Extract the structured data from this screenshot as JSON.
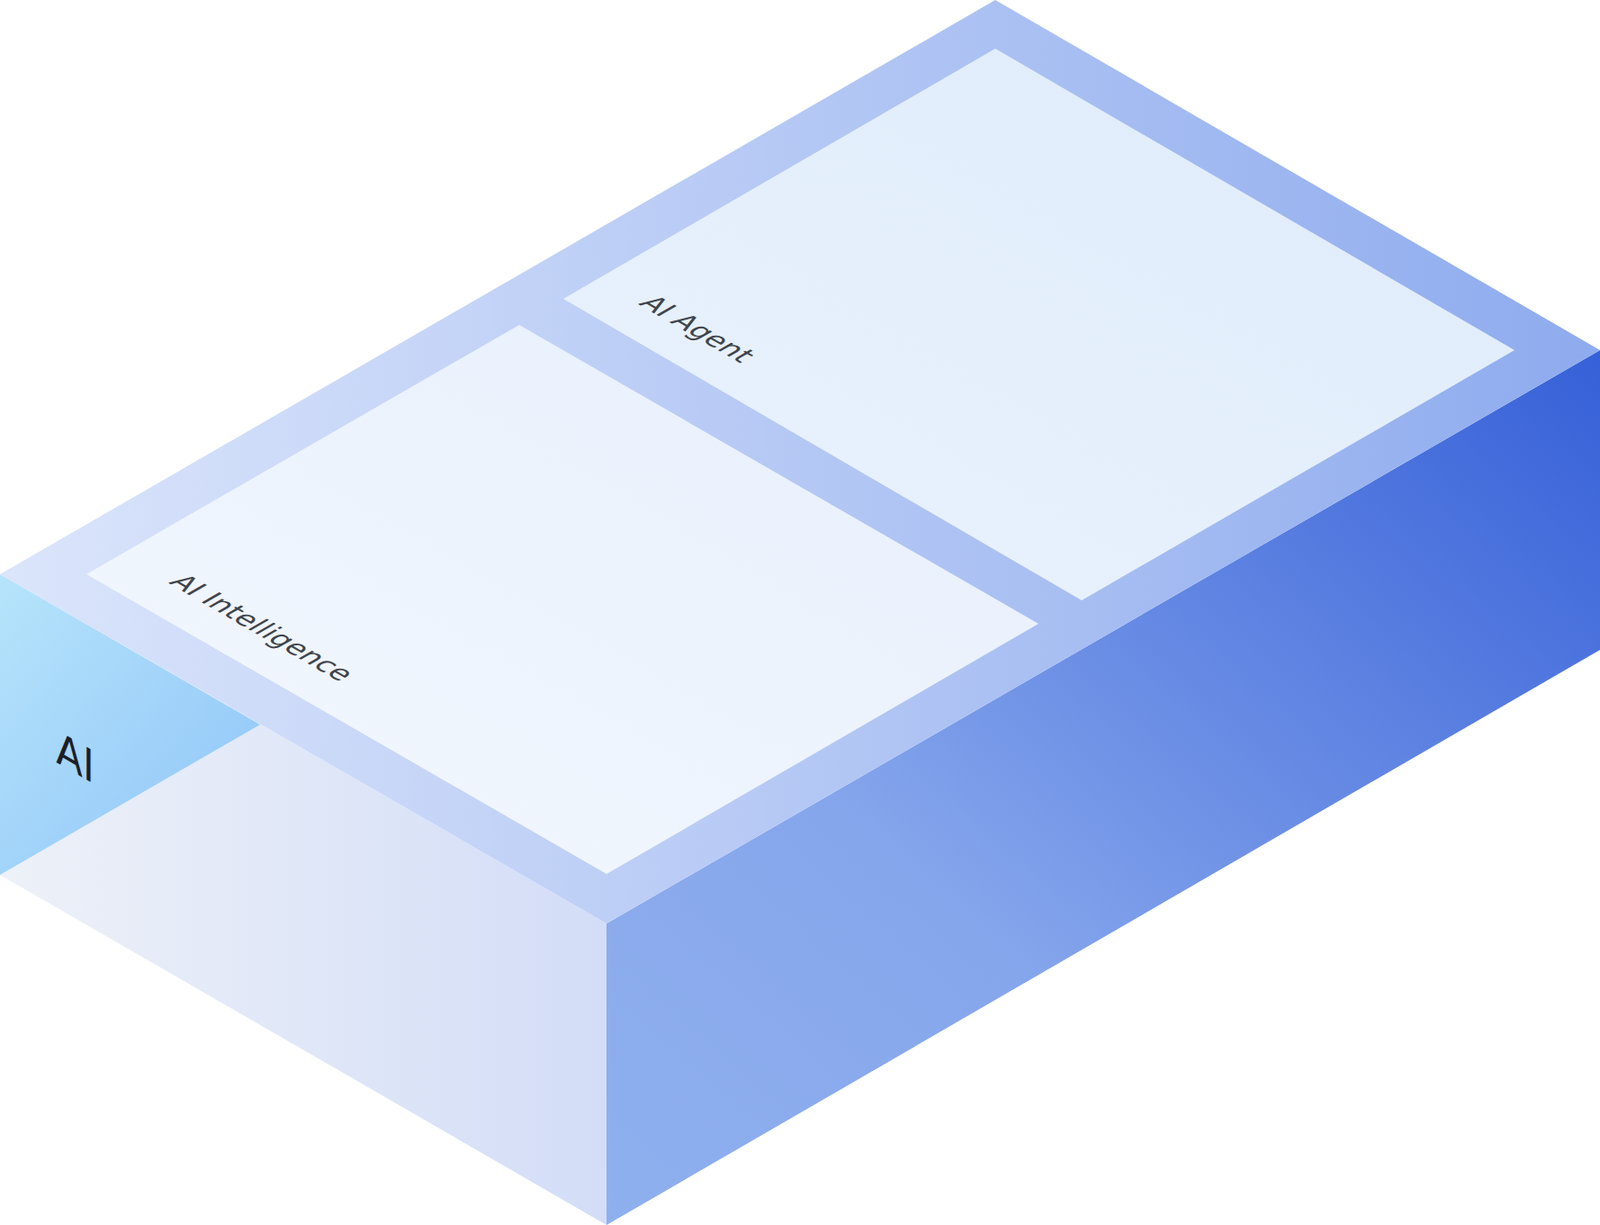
{
  "diagram": {
    "nodes": [
      {
        "text": [
          "AI"
        ]
      },
      {
        "text": [
          "AI Intelligence"
        ],
        "in": 0
      },
      {
        "text": [
          "AI Agent"
        ],
        "in": 0
      }
    ]
  }
}
